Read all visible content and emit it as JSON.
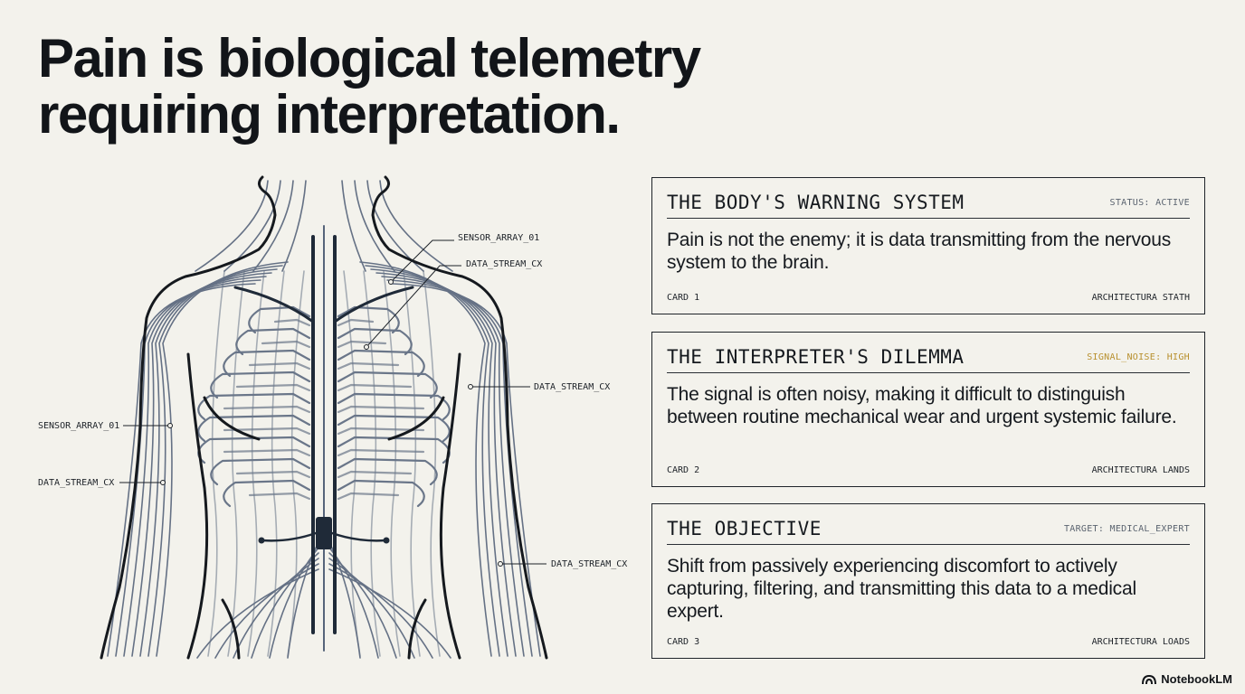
{
  "title": {
    "line1": "Pain is biological telemetry",
    "line2": "requiring interpretation."
  },
  "figure": {
    "labels": [
      "SENSOR_ARRAY_01",
      "DATA_STREAM_CX",
      "DATA_STREAM_CX",
      "SENSOR_ARRAY_01",
      "DATA_STREAM_CX",
      "DATA_STREAM_CX"
    ]
  },
  "cards": [
    {
      "title": "THE BODY'S WARNING SYSTEM",
      "status": "STATUS: ACTIVE",
      "body": "Pain is not the enemy; it is data transmitting from the nervous system to the brain.",
      "card_label": "CARD 1",
      "footer_right": "ARCHITECTURA STATH"
    },
    {
      "title": "THE INTERPRETER'S DILEMMA",
      "status": "SIGNAL_NOISE: HIGH",
      "body": "The signal is often noisy, making it difficult to distinguish between routine mechanical wear and urgent systemic failure.",
      "card_label": "CARD 2",
      "footer_right": "ARCHITECTURA LANDS"
    },
    {
      "title": "THE OBJECTIVE",
      "status": "TARGET: MEDICAL_EXPERT",
      "body": "Shift from passively experiencing discomfort to actively capturing, filtering, and transmitting this data to a medical expert.",
      "card_label": "CARD 3",
      "footer_right": "ARCHITECTURA LOADS"
    }
  ],
  "brand": {
    "name": "NotebookLM",
    "icon": "notebooklm-logo-icon"
  },
  "colors": {
    "background": "#f3f2ec",
    "ink": "#14181d",
    "nerve": "#56647a",
    "warn": "#b8902e"
  }
}
